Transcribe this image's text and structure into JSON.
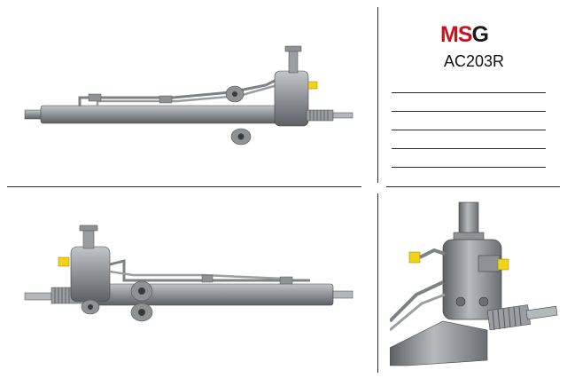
{
  "brand": {
    "logo_part1": "MS",
    "logo_part2": "G",
    "colors": {
      "primary": "#c8141c",
      "secondary": "#1a1a1a"
    }
  },
  "product": {
    "code": "AC203R"
  },
  "spec_lines_count": 5,
  "photos": [
    {
      "view": "front-full",
      "icon": "steering-rack-image"
    },
    {
      "view": "rear-full",
      "icon": "steering-rack-image"
    },
    {
      "view": "valve-closeup",
      "icon": "steering-rack-image"
    }
  ],
  "palette": {
    "metal": "#8e9296",
    "metal_dark": "#5d6165",
    "metal_light": "#c3c6c9",
    "cap_yellow": "#f3d21a"
  }
}
